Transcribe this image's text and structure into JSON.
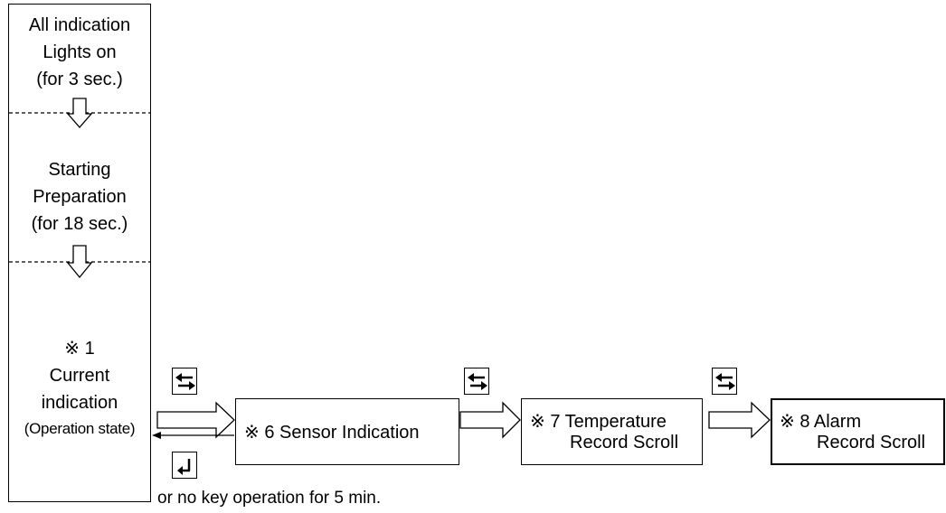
{
  "left_column": {
    "step1": {
      "line1": "All indication",
      "line2": "Lights on",
      "line3": "(for 3 sec.)"
    },
    "step2": {
      "line1": "Starting",
      "line2": "Preparation",
      "line3": "(for 18 sec.)"
    },
    "step3": {
      "note": "※ 1",
      "line1": "Current",
      "line2": "indication",
      "line3": "(Operation state)"
    }
  },
  "boxes": {
    "sensor": "※  6  Sensor Indication",
    "temperature_line1": "※ 7 Temperature",
    "temperature_line2": "Record Scroll",
    "alarm_line1": "※ 8 Alarm",
    "alarm_line2": "Record Scroll"
  },
  "footnote": "or no key operation for 5 min.",
  "icons": {
    "switch_key": "switch-arrows-icon",
    "enter_key": "enter-return-icon",
    "flow_arrow": "hollow-arrow-icon"
  }
}
